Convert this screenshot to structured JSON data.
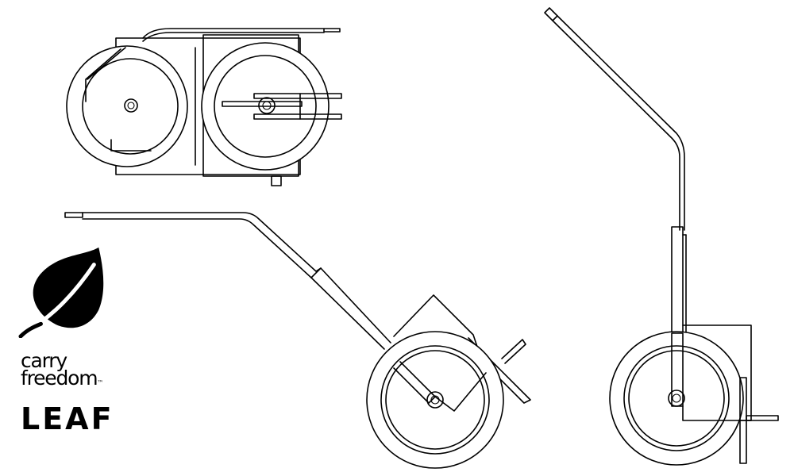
{
  "brand": {
    "line1": "carry",
    "line2": "freedom",
    "trademark": "™",
    "product": "LEAF"
  },
  "icons": {
    "logo": "leaf-icon"
  },
  "colors": {
    "ink": "#000000",
    "background": "#ffffff"
  }
}
